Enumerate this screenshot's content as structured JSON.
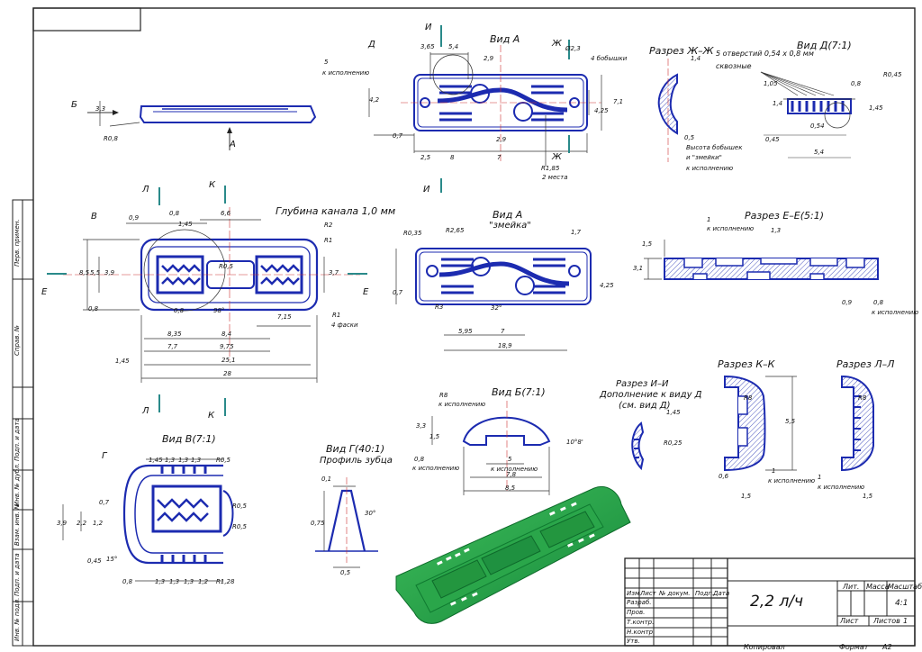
{
  "views": {
    "view_a": "Вид А",
    "view_a_zmeika": "Вид А",
    "zmeika": "\"змейка\"",
    "view_d": "Вид Д(7:1)",
    "view_v": "Вид В(7:1)",
    "view_g": "Вид Г(40:1)",
    "tooth_profile": "Профиль зубца",
    "view_b": "Вид Б(7:1)",
    "sec_zhzh": "Разрез Ж–Ж",
    "sec_ee": "Разрез Е–Е(5:1)",
    "sec_ii": "Разрез И–И",
    "sec_ii_note1": "Дополнение к виду Д",
    "sec_ii_note2": "(см. вид Д)",
    "sec_kk": "Разрез К–К",
    "sec_ll": "Разрез Л–Л"
  },
  "notes": {
    "channel_depth": "Глубина канала 1,0 мм",
    "holes": "5 отверстий 0,54 х 0,8 мм",
    "through": "сквозные",
    "k_isp": "к исполнению",
    "pin_height1": "Высота бобышек",
    "pin_height2": "и \"змейки\"",
    "two_places": "2 места",
    "four_pins": "4 бобышки",
    "four_chamfers": "4 фаски"
  },
  "letters": {
    "B_cyr": "Б",
    "A": "А",
    "D": "Д",
    "I": "И",
    "Zh": "Ж",
    "L": "Л",
    "K": "К",
    "V": "В",
    "E": "Е",
    "G": "Г"
  },
  "dims": {
    "d3_3": "3,3",
    "r0_8": "R0,8",
    "d3_65": "3,65",
    "d5_4": "5,4",
    "d2_9": "2,9",
    "d4_2": "4,2",
    "d0_7": "0,7",
    "d2_5": "2,5",
    "d8": "8",
    "d7": "7",
    "r1_85": "R1,85",
    "phi2_3": "Ø2,3",
    "d4_25": "4,25",
    "d7_1": "7,1",
    "d5": "5",
    "d1_4": "1,4",
    "d0_5": "0,5",
    "d1_05": "1,05",
    "d0_8": "0,8",
    "r0_45": "R0,45",
    "d0_45": "0,45",
    "d0_54": "0,54",
    "d1_45": "1,45",
    "d0_9": "0,9",
    "d6_6": "6,6",
    "r2": "R2",
    "r1": "R1",
    "r0_5": "R0,5",
    "d8_5": "8,5",
    "d5_5": "5,5",
    "d3_9": "3,9",
    "d3_7": "3,7",
    "d98": "98°",
    "d7_15": "7,15",
    "d8_35": "8,35",
    "d8_4": "8,4",
    "d7_7": "7,7",
    "d9_75": "9,75",
    "d25_1": "25,1",
    "d28": "28",
    "r0_35": "R0,35",
    "r2_65": "R2,65",
    "d1_7": "1,7",
    "r3": "R3",
    "d32": "32°",
    "d5_95": "5,95",
    "d18_9": "18,9",
    "d1_5": "1,5",
    "d1_3": "1,3",
    "d3_1": "3,1",
    "d0_6": "0,6",
    "r8": "R8",
    "d10_8": "10°8'",
    "d7_8": "7,8",
    "r0_25": "R0,25",
    "d2_2": "2,2",
    "d1_2": "1,2",
    "r1_28": "R1,28",
    "d15": "15°",
    "d0_1": "0,1",
    "d0_75": "0,75",
    "d30": "30°"
  },
  "title_block": {
    "designation": "2,2 л/ч",
    "lit": "Лит.",
    "mass": "Масса",
    "scale": "Масштаб",
    "scale_value": "4:1",
    "sheet": "Лист",
    "sheets": "Листов",
    "sheets_value": "1",
    "izm": "Изм",
    "list_col": "Лист",
    "doc_no": "№ докум.",
    "sign": "Подп.",
    "date": "Дата",
    "razrab": "Разраб.",
    "prov": "Пров.",
    "tkontr": "Т.контр.",
    "nkontr": "Н.контр.",
    "utv": "Утв.",
    "copied": "Копировал",
    "format": "Формат",
    "format_value": "А2"
  },
  "side_stamps": [
    "Перв. примен.",
    "Справ. №",
    "Подп. и дата",
    "Инв. № дубл.",
    "Взам. инв. №",
    "Подп. и дата",
    "Инв. № подл."
  ]
}
